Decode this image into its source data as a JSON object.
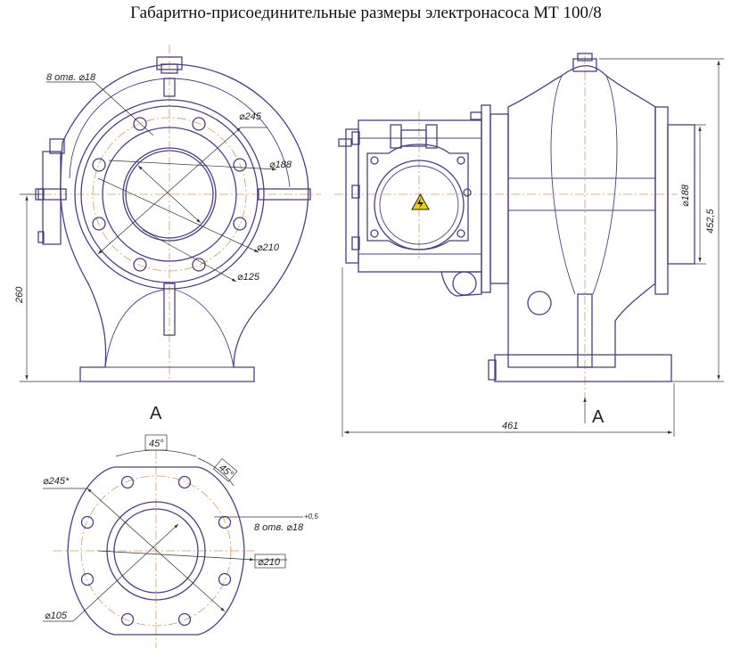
{
  "title": "Габаритно-присоединительные размеры электронасоса МТ 100/8",
  "front_view": {
    "holes_note": "8 отв. ⌀18",
    "d_245": "⌀245",
    "d_188": "⌀188",
    "d_210": "⌀210",
    "d_125": "⌀125",
    "height_260": "260",
    "view_label": "А"
  },
  "side_view": {
    "d_188": "⌀188",
    "height_452": "452,5",
    "length_461": "461",
    "view_arrow_label": "А"
  },
  "flange_view": {
    "angle_45": "45°",
    "angle_45_small": "45°",
    "d_245": "⌀245*",
    "holes_note": "8 отв. ⌀18",
    "holes_tol": "+0,5",
    "d_210": "⌀210",
    "d_105": "⌀105"
  },
  "colors": {
    "line": "#4b3f86",
    "axis": "#d69a62",
    "dim": "#333333"
  },
  "icons": [
    "high-voltage-warning-icon"
  ]
}
